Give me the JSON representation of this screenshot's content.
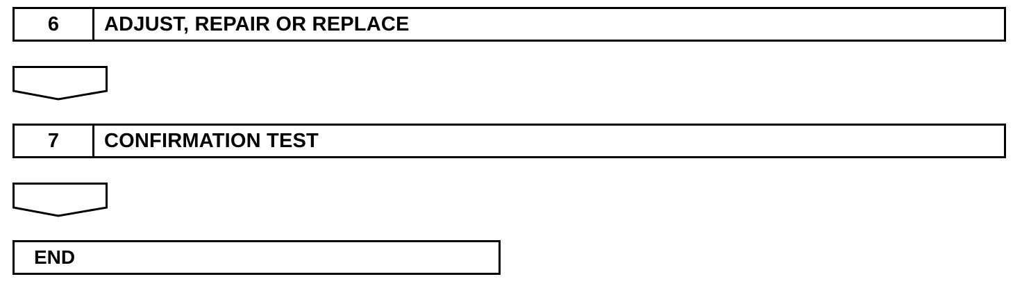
{
  "steps": [
    {
      "number": "6",
      "title": "ADJUST, REPAIR OR REPLACE"
    },
    {
      "number": "7",
      "title": "CONFIRMATION TEST"
    }
  ],
  "end": {
    "label": "END"
  },
  "colors": {
    "line": "#000000",
    "background": "#ffffff"
  }
}
